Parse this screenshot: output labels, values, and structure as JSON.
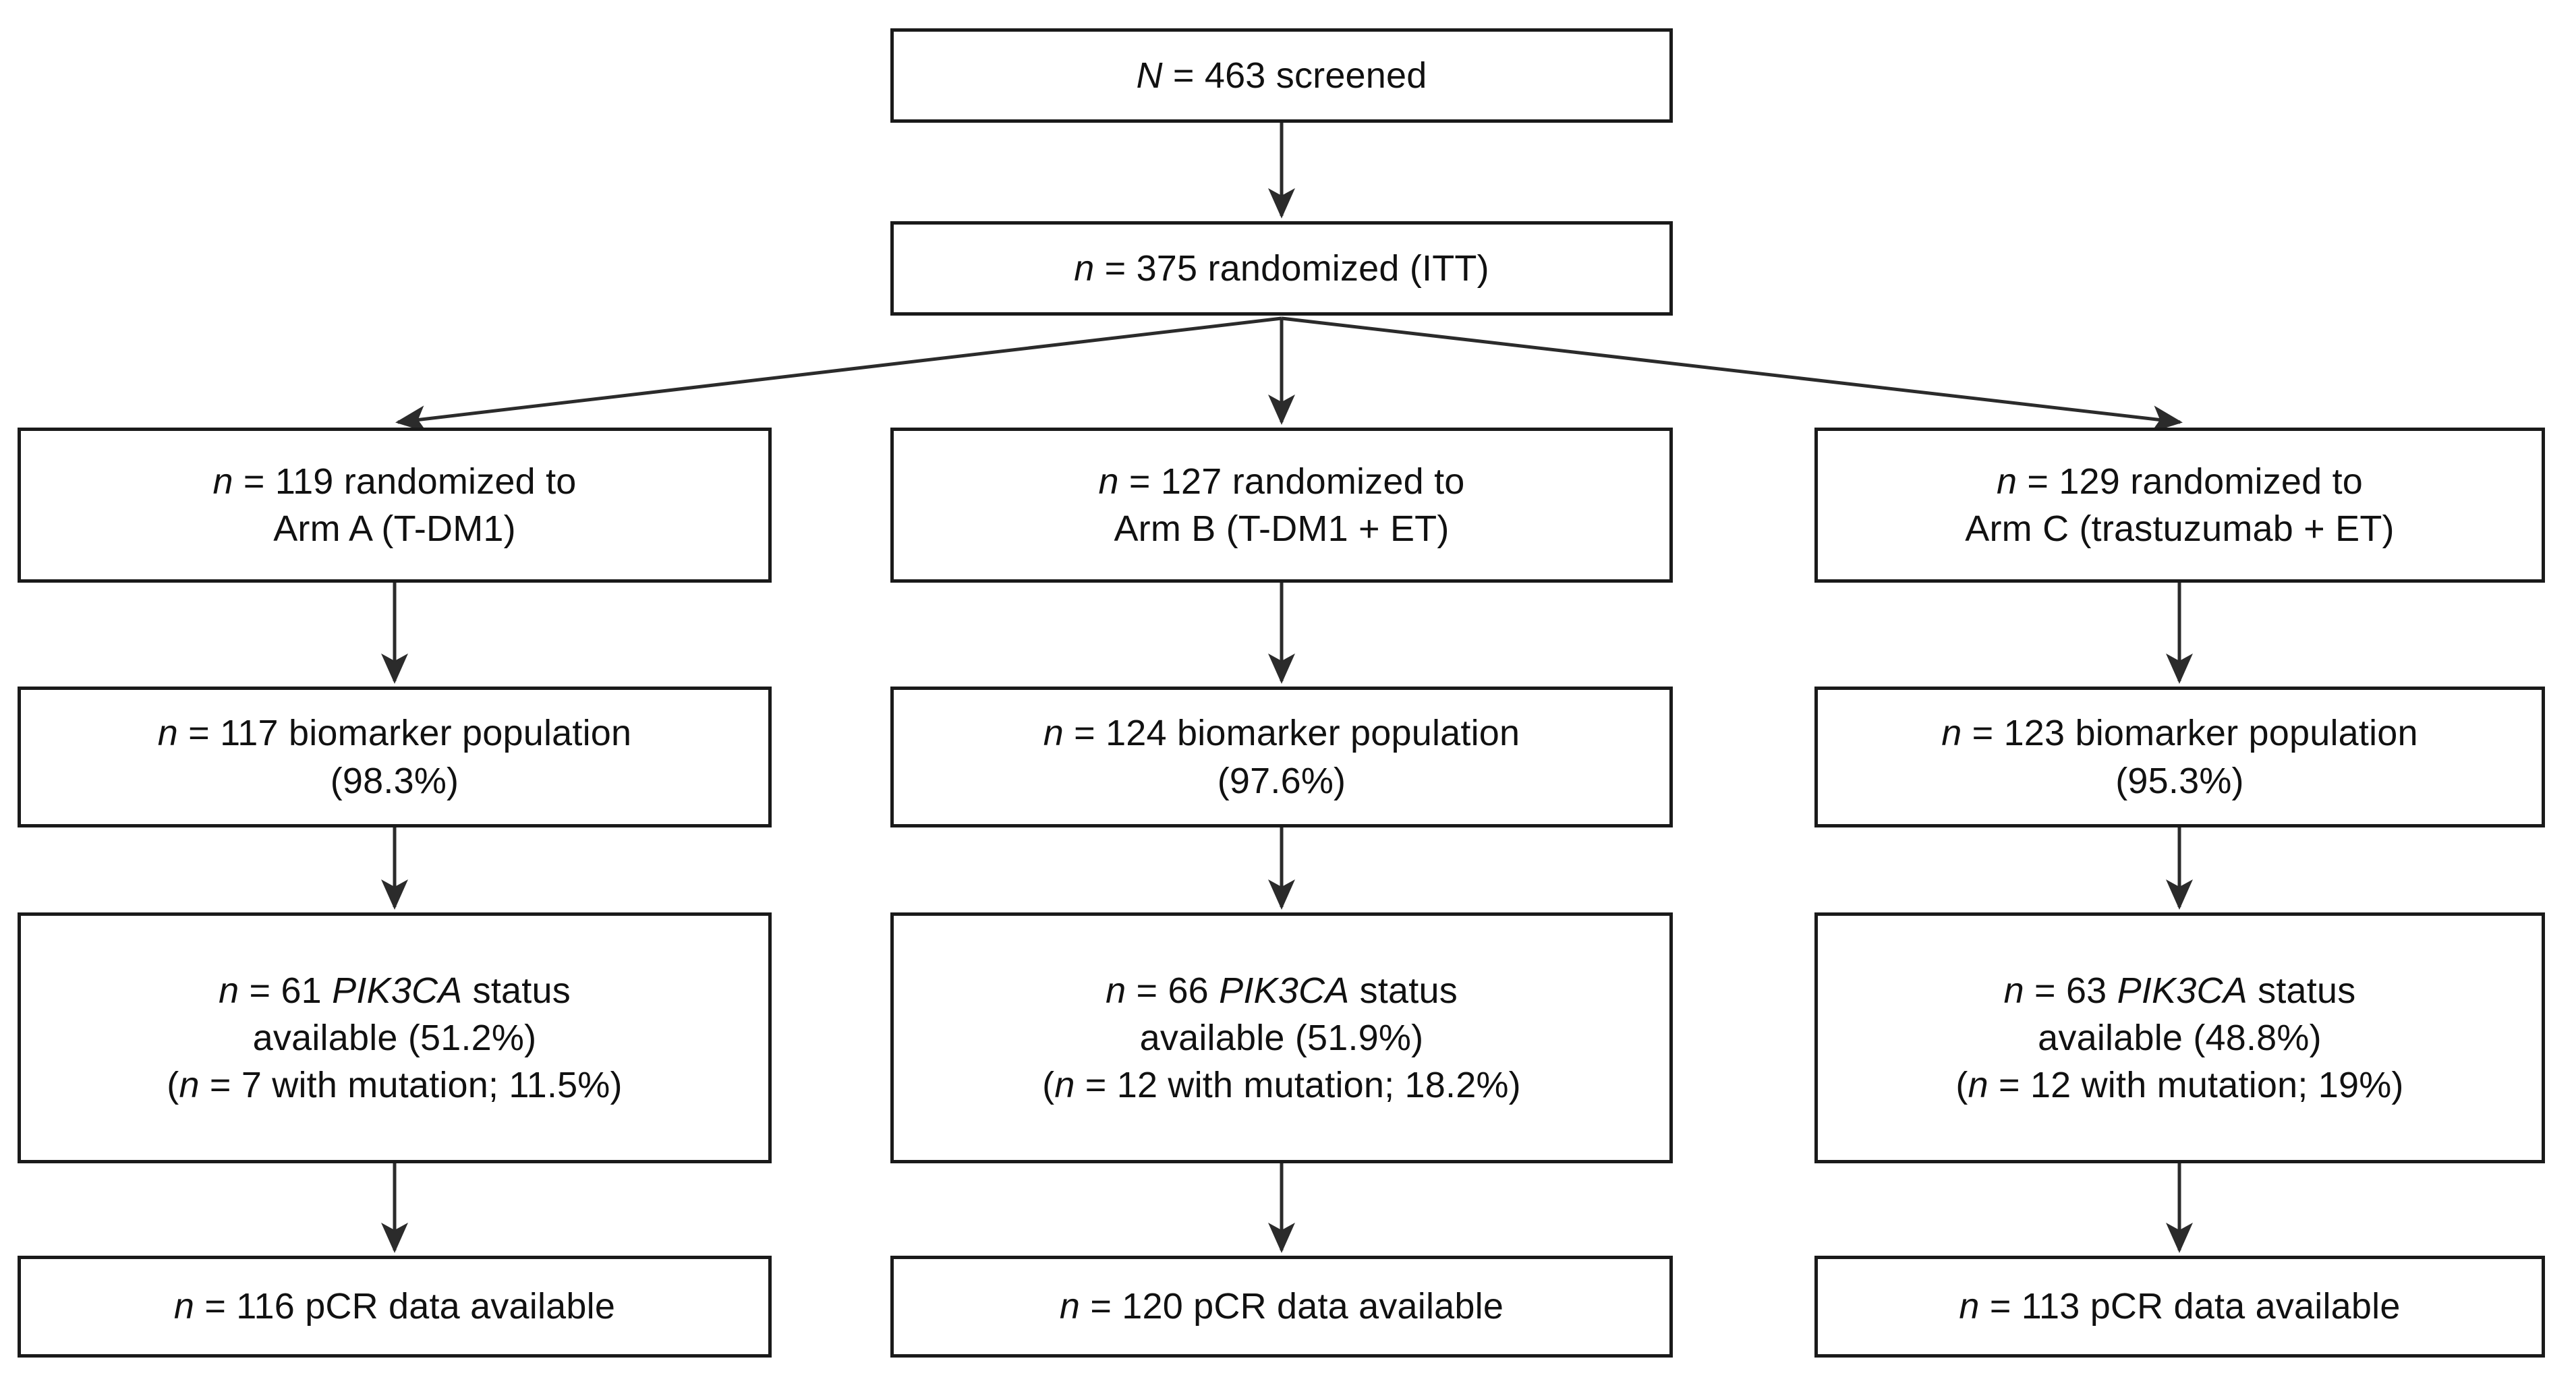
{
  "figure": {
    "type": "flowchart",
    "title": "CONSORT-style participant flow diagram",
    "orientation": "top-down",
    "colors": {
      "border": "#1a1a1a",
      "text": "#111111",
      "background": "#ffffff",
      "connector": "#2b2b2b"
    }
  },
  "nodes": {
    "screened": {
      "label_italic": "N",
      "label_rest": " = 463 screened",
      "value": 463,
      "stage": "screened"
    },
    "randomized": {
      "label_italic": "n",
      "label_rest": " = 375 randomized  (ITT)",
      "value": 375,
      "stage": "randomized",
      "population": "ITT"
    }
  },
  "arms": [
    {
      "id": "arm-a",
      "arm_letter": "A",
      "treatment": "T-DM1",
      "randomized": {
        "italic": "n",
        "rest": " = 119 randomized to\nArm A (T-DM1)",
        "value": 119
      },
      "biomarker": {
        "italic": "n",
        "rest": " = 117 biomarker population\n(98.3%)",
        "value": 117,
        "percent": "98.3%"
      },
      "pik3ca": {
        "line1_italic_n": "n",
        "line1_rest_a": " = 61 ",
        "line1_italic_gene": "PIK3CA",
        "line1_rest_b": " status",
        "line2": "available (51.2%)",
        "line3_open": "(",
        "line3_italic_n": "n",
        "line3_rest": " = 7 with mutation;  11.5%)",
        "available_n": 61,
        "available_percent": "51.2%",
        "mutation_n": 7,
        "mutation_percent": "11.5%"
      },
      "pcr": {
        "italic": "n",
        "rest": " = 116 pCR data available",
        "value": 116
      }
    },
    {
      "id": "arm-b",
      "arm_letter": "B",
      "treatment": "T-DM1 + ET",
      "randomized": {
        "italic": "n",
        "rest": " = 127 randomized to\nArm B (T-DM1 + ET)",
        "value": 127
      },
      "biomarker": {
        "italic": "n",
        "rest": " = 124 biomarker population\n(97.6%)",
        "value": 124,
        "percent": "97.6%"
      },
      "pik3ca": {
        "line1_italic_n": "n",
        "line1_rest_a": " = 66 ",
        "line1_italic_gene": "PIK3CA",
        "line1_rest_b": " status",
        "line2": "available (51.9%)",
        "line3_open": "(",
        "line3_italic_n": "n",
        "line3_rest": " = 12 with mutation;  18.2%)",
        "available_n": 66,
        "available_percent": "51.9%",
        "mutation_n": 12,
        "mutation_percent": "18.2%"
      },
      "pcr": {
        "italic": "n",
        "rest": " = 120 pCR data available",
        "value": 120
      }
    },
    {
      "id": "arm-c",
      "arm_letter": "C",
      "treatment": "trastuzumab + ET",
      "randomized": {
        "italic": "n",
        "rest": " = 129 randomized to\nArm C (trastuzumab  + ET)",
        "value": 129
      },
      "biomarker": {
        "italic": "n",
        "rest": " = 123 biomarker population\n(95.3%)",
        "value": 123,
        "percent": "95.3%"
      },
      "pik3ca": {
        "line1_italic_n": "n",
        "line1_rest_a": " = 63 ",
        "line1_italic_gene": "PIK3CA",
        "line1_rest_b": " status",
        "line2": "available (48.8%)",
        "line3_open": "(",
        "line3_italic_n": "n",
        "line3_rest": " = 12 with mutation;  19%)",
        "available_n": 63,
        "available_percent": "48.8%",
        "mutation_n": 12,
        "mutation_percent": "19%"
      },
      "pcr": {
        "italic": "n",
        "rest": " = 113 pCR data available",
        "value": 113
      }
    }
  ]
}
